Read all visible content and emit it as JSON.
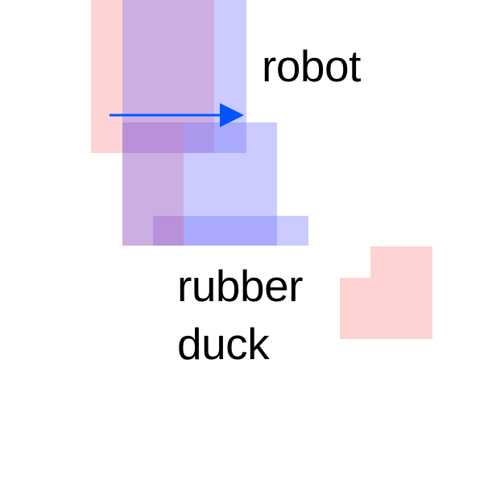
{
  "labels": {
    "robot": "robot",
    "rubber": "rubber",
    "duck": "duck"
  },
  "colors": {
    "pink": "#ff9696",
    "blue": "#6e6eff",
    "arrow": "#0055ff"
  }
}
